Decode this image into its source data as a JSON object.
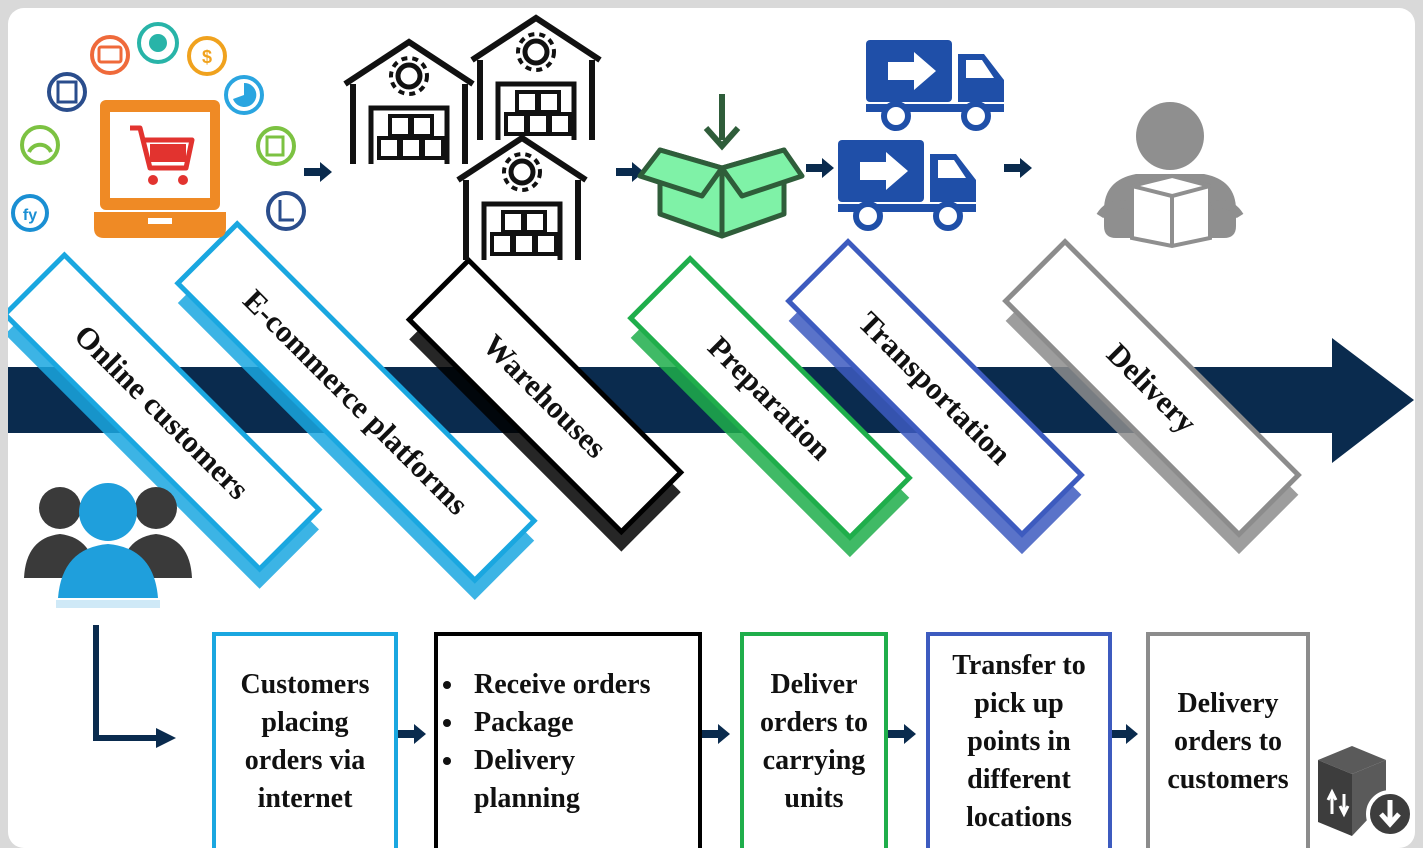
{
  "colors": {
    "navy": "#0a2b4e",
    "cyan": "#1aa7e0",
    "black": "#000000",
    "green": "#1fae4b",
    "blue": "#3d5bbf",
    "gray": "#8c8c8c",
    "truck": "#1f4fa8",
    "box_green": "#7ff2a7",
    "box_dark": "#2f5d3a"
  },
  "stages": [
    {
      "label": "Online customers",
      "color": "cyan"
    },
    {
      "label": "E-commerce platforms",
      "color": "cyan"
    },
    {
      "label": "Warehouses",
      "color": "black"
    },
    {
      "label": "Preparation",
      "color": "green"
    },
    {
      "label": "Transportation",
      "color": "blue"
    },
    {
      "label": "Delivery",
      "color": "gray"
    }
  ],
  "steps": [
    {
      "text": "Customers\nplacing\norders via\ninternet",
      "color": "cyan"
    },
    {
      "bullets": [
        "Receive orders",
        "Package",
        "Delivery planning"
      ],
      "color": "black"
    },
    {
      "text": "Deliver\norders to\ncarrying\nunits",
      "color": "green"
    },
    {
      "text": "Transfer to\npick up\npoints in\ndifferent\nlocations",
      "color": "blue"
    },
    {
      "text": "Delivery\norders to\ncustomers",
      "color": "gray"
    }
  ],
  "icons": [
    "ecommerce-laptop-cart-icon",
    "warehouse-icon",
    "open-box-icon",
    "delivery-truck-icon",
    "person-holding-box-icon",
    "customers-group-icon",
    "package-download-icon"
  ]
}
